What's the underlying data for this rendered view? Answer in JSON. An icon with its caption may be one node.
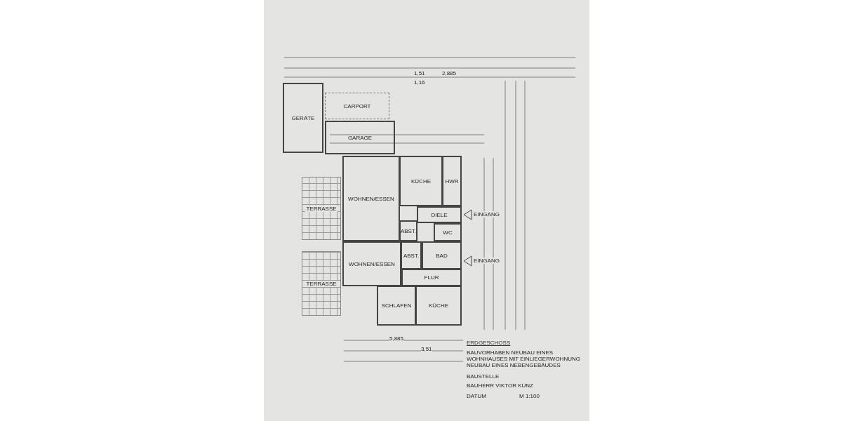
{
  "diagram": {
    "title": "ERDGESCHOSS",
    "nodes": [
      {
        "text": [
          "GERÄTE"
        ]
      },
      {
        "text": [
          "CARPORT"
        ]
      },
      {
        "text": [
          "GARAGE"
        ]
      },
      {
        "text": [
          "WOHNEN/ESSEN"
        ]
      },
      {
        "text": [
          "KÜCHE"
        ]
      },
      {
        "text": [
          "HWR"
        ]
      },
      {
        "text": [
          "DIELE"
        ]
      },
      {
        "text": [
          "ABST."
        ]
      },
      {
        "text": [
          "WC"
        ]
      },
      {
        "text": [
          "TERRASSE"
        ]
      },
      {
        "text": [
          "WOHNEN/ESSEN"
        ]
      },
      {
        "text": [
          "ABST."
        ]
      },
      {
        "text": [
          "BAD"
        ]
      },
      {
        "text": [
          "FLUR"
        ]
      },
      {
        "text": [
          "SCHLAFEN"
        ]
      },
      {
        "text": [
          "KÜCHE"
        ]
      },
      {
        "text": [
          "TERRASSE"
        ]
      }
    ],
    "labels": [
      "EINGANG",
      "EINGANG",
      "5,885",
      "3,51",
      "1,51",
      "1,16",
      "2,885",
      "BAUVORHABEN NEUBAU EINES WOHNHAUSES MIT EINLIEGERWOHNUNG NEUBAU EINES NEBENGEBÄUDES",
      "BAUSTELLE",
      "BAUHERR VIKTOR KUNZ",
      "DATUM",
      "M 1:100"
    ]
  }
}
